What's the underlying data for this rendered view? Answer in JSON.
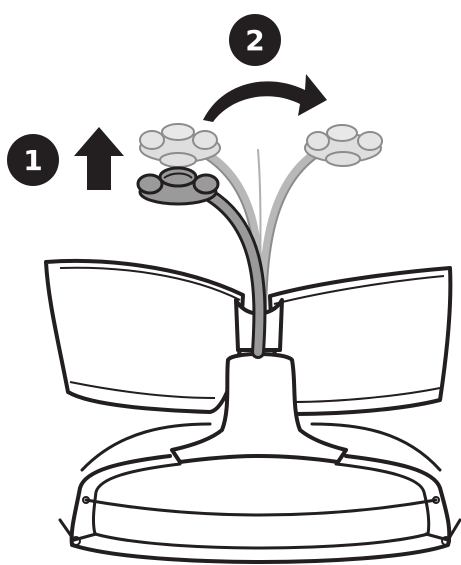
{
  "steps": [
    {
      "number": "1",
      "action": "raise",
      "icon": "up-arrow-icon"
    },
    {
      "number": "2",
      "action": "rotate",
      "icon": "curved-arrow-icon"
    }
  ],
  "colors": {
    "ink": "#231f20",
    "ghost_stroke": "#8c8c8c",
    "ghost_fill": "#d9d9d9",
    "mobile_fill": "#9a9a9a",
    "badge": "#231f20",
    "badge_text": "#ffffff",
    "background": "#ffffff"
  }
}
